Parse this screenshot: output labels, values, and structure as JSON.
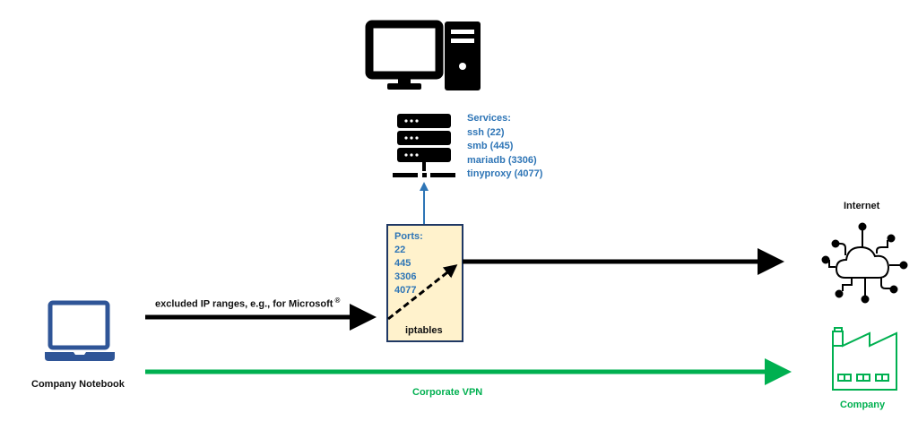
{
  "services": {
    "title": "Services:",
    "items": [
      "ssh (22)",
      "smb (445)",
      "mariadb (3306)",
      "tinyproxy (4077)"
    ]
  },
  "firewall": {
    "title": "Ports:",
    "ports": [
      "22",
      "445",
      "3306",
      "4077"
    ],
    "label": "iptables"
  },
  "notebook": {
    "label": "Company Notebook"
  },
  "excluded_route": {
    "label": "excluded IP ranges, e.g., for Microsoft",
    "mark": "®"
  },
  "vpn": {
    "label": "Corporate VPN"
  },
  "internet": {
    "label": "Internet"
  },
  "company": {
    "label": "Company"
  },
  "colors": {
    "service_text": "#2E75B6",
    "vpn": "#00B050",
    "laptop": "#2F5597",
    "firewall_fill": "#FFF2CC",
    "firewall_border": "#1F3864"
  }
}
